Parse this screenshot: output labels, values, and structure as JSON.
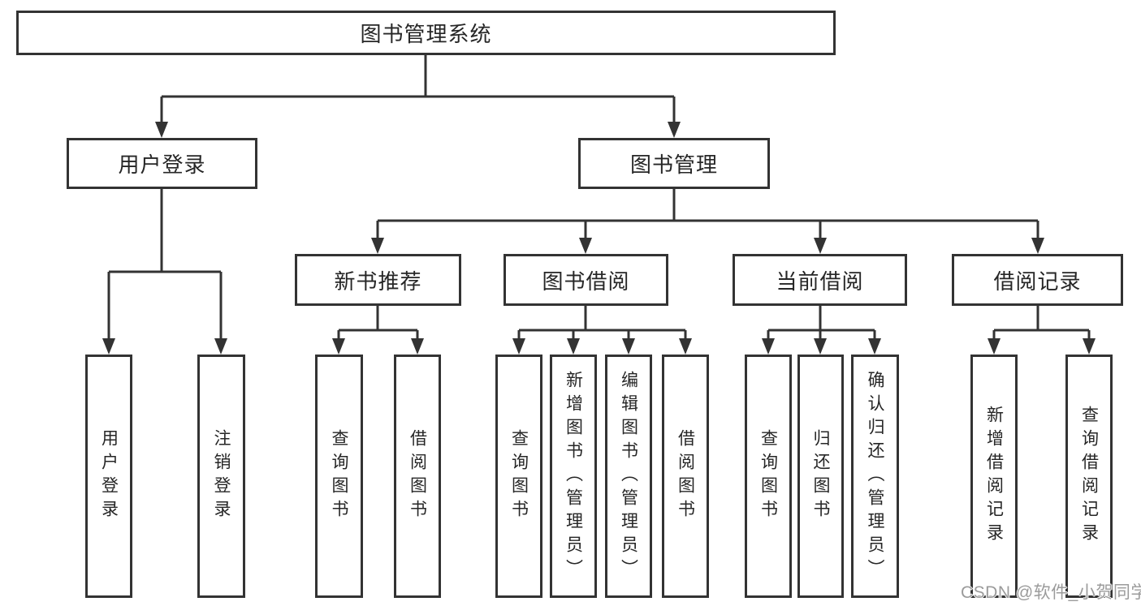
{
  "diagram": {
    "root": "图书管理系统",
    "level2": {
      "user_login": "用户登录",
      "book_mgmt": "图书管理"
    },
    "level3": {
      "new_books": "新书推荐",
      "borrowing": "图书借阅",
      "current": "当前借阅",
      "records": "借阅记录"
    },
    "leaves": {
      "user_login_1": "用户登录",
      "user_login_2": "注销登录",
      "new_books_1": "查询图书",
      "new_books_2": "借阅图书",
      "borrowing_1": "查询图书",
      "borrowing_2": "新增图书（管理员）",
      "borrowing_3": "编辑图书（管理员）",
      "borrowing_4": "借阅图书",
      "current_1": "查询图书",
      "current_2": "归还图书",
      "current_3": "确认归还（管理员）",
      "records_1": "新增借阅记录",
      "records_2": "查询借阅记录"
    }
  },
  "watermark": "CSDN @软件_小贺同学",
  "colors": {
    "line": "#333333",
    "text": "#262626",
    "watermark": "#9b9b9b",
    "background": "#ffffff"
  }
}
